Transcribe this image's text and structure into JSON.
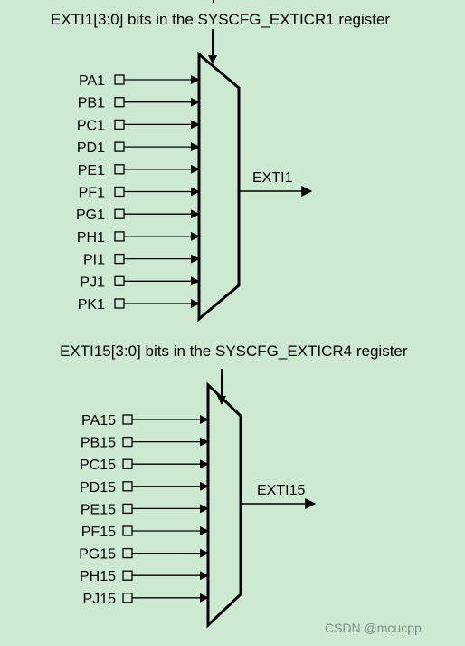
{
  "mux1": {
    "title": "EXTI1[3:0] bits in the SYSCFG_EXTICR1 register",
    "inputs": [
      "PA1",
      "PB1",
      "PC1",
      "PD1",
      "PE1",
      "PF1",
      "PG1",
      "PH1",
      "PI1",
      "PJ1",
      "PK1"
    ],
    "output": "EXTI1"
  },
  "mux2": {
    "title": "EXTI15[3:0] bits in the SYSCFG_EXTICR4 register",
    "inputs": [
      "PA15",
      "PB15",
      "PC15",
      "PD15",
      "PE15",
      "PF15",
      "PG15",
      "PH15",
      "PJ15"
    ],
    "output": "EXTI15"
  },
  "watermark": "CSDN @mcucpp",
  "colors": {
    "background": "#cde9d1",
    "stroke": "#000000"
  }
}
